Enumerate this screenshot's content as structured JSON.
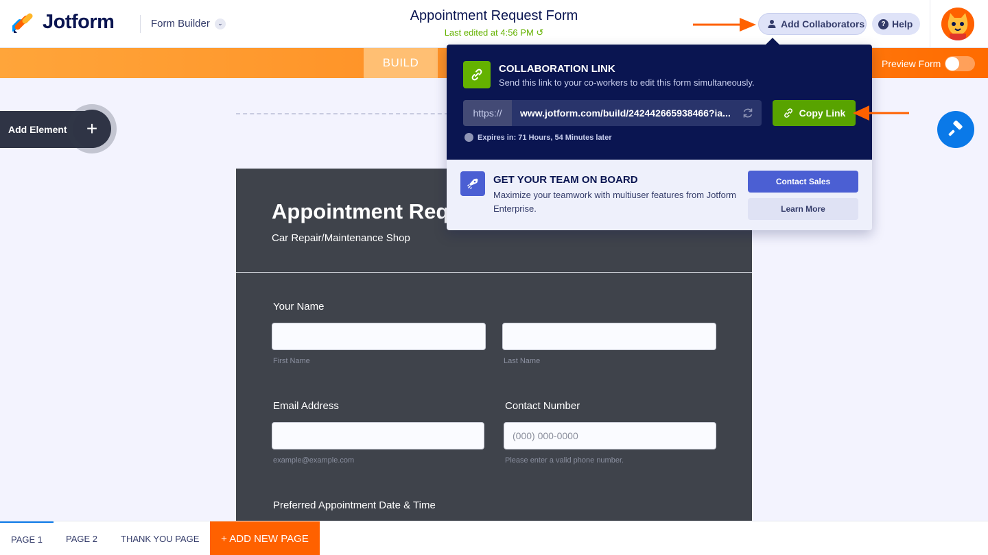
{
  "header": {
    "brand": "Jotform",
    "mode_label": "Form Builder",
    "form_title": "Appointment Request Form",
    "last_edited": "Last edited at 4:56 PM",
    "add_collaborators": "Add Collaborators",
    "help": "Help"
  },
  "tabbar": {
    "build": "BUILD",
    "preview_form": "Preview Form",
    "preview_on": false
  },
  "builder": {
    "add_element": "Add Element"
  },
  "form": {
    "title": "Appointment Req",
    "subtitle": "Car Repair/Maintenance Shop",
    "name_label": "Your Name",
    "first_name_hint": "First Name",
    "last_name_hint": "Last Name",
    "email_label": "Email Address",
    "email_hint": "example@example.com",
    "contact_label": "Contact Number",
    "contact_placeholder": "(000) 000-0000",
    "contact_hint": "Please enter a valid phone number.",
    "date_label": "Preferred Appointment Date & Time"
  },
  "popover": {
    "heading": "COLLABORATION LINK",
    "description": "Send this link to your co-workers to edit this form simultaneously.",
    "url_prefix": "https://",
    "url_value": "www.jotform.com/build/242442665938466?ia...",
    "copy_link": "Copy Link",
    "expires": "Expires in: 71 Hours, 54 Minutes later",
    "team_heading": "GET YOUR TEAM ON BOARD",
    "team_description": "Maximize your teamwork with multiuser features from Jotform Enterprise.",
    "contact_sales": "Contact Sales",
    "learn_more": "Learn More"
  },
  "pages": {
    "tabs": [
      "PAGE 1",
      "PAGE 2",
      "THANK YOU PAGE"
    ],
    "active": "PAGE 1",
    "add_new": "+ ADD NEW PAGE"
  },
  "colors": {
    "brand_navy": "#0a1551",
    "accent_orange": "#ff6100",
    "success_green": "#64b200",
    "link_blue": "#0a79e8"
  },
  "icons": [
    "jotform-logo-icon",
    "chevron-down-icon",
    "user-icon",
    "help-icon",
    "avatar-icon",
    "plus-icon",
    "paint-roller-icon",
    "link-icon",
    "refresh-icon",
    "clock-icon",
    "rocket-icon",
    "arrow-annotation-icon"
  ]
}
